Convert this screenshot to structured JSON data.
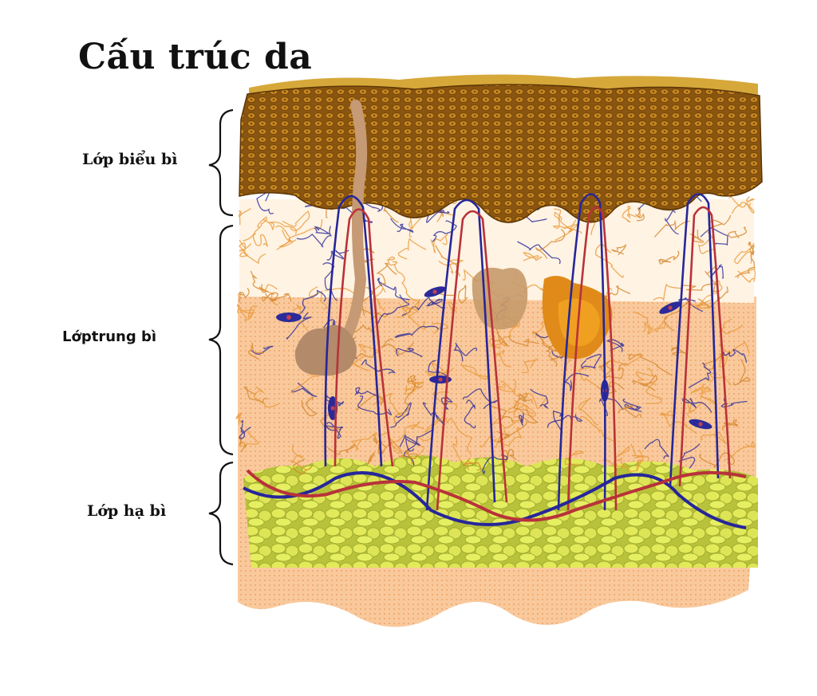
{
  "title": "Cấu trúc da",
  "layers": {
    "epidermis": "Lớp biểu bì",
    "dermis": "Lớptrung  bì",
    "hypodermis": "Lớp hạ bì"
  },
  "colors": {
    "epidermis_dark": "#7a4c0c",
    "epidermis_light": "#c98a1e",
    "fibers": "#e89a3a",
    "nerve_fibers": "#2a2a9a",
    "dermis_fill": "#f7c79a",
    "fat_cells": "#d8e04a",
    "artery": "#b8323a",
    "vein": "#26269a",
    "hair": "#c59a74"
  }
}
